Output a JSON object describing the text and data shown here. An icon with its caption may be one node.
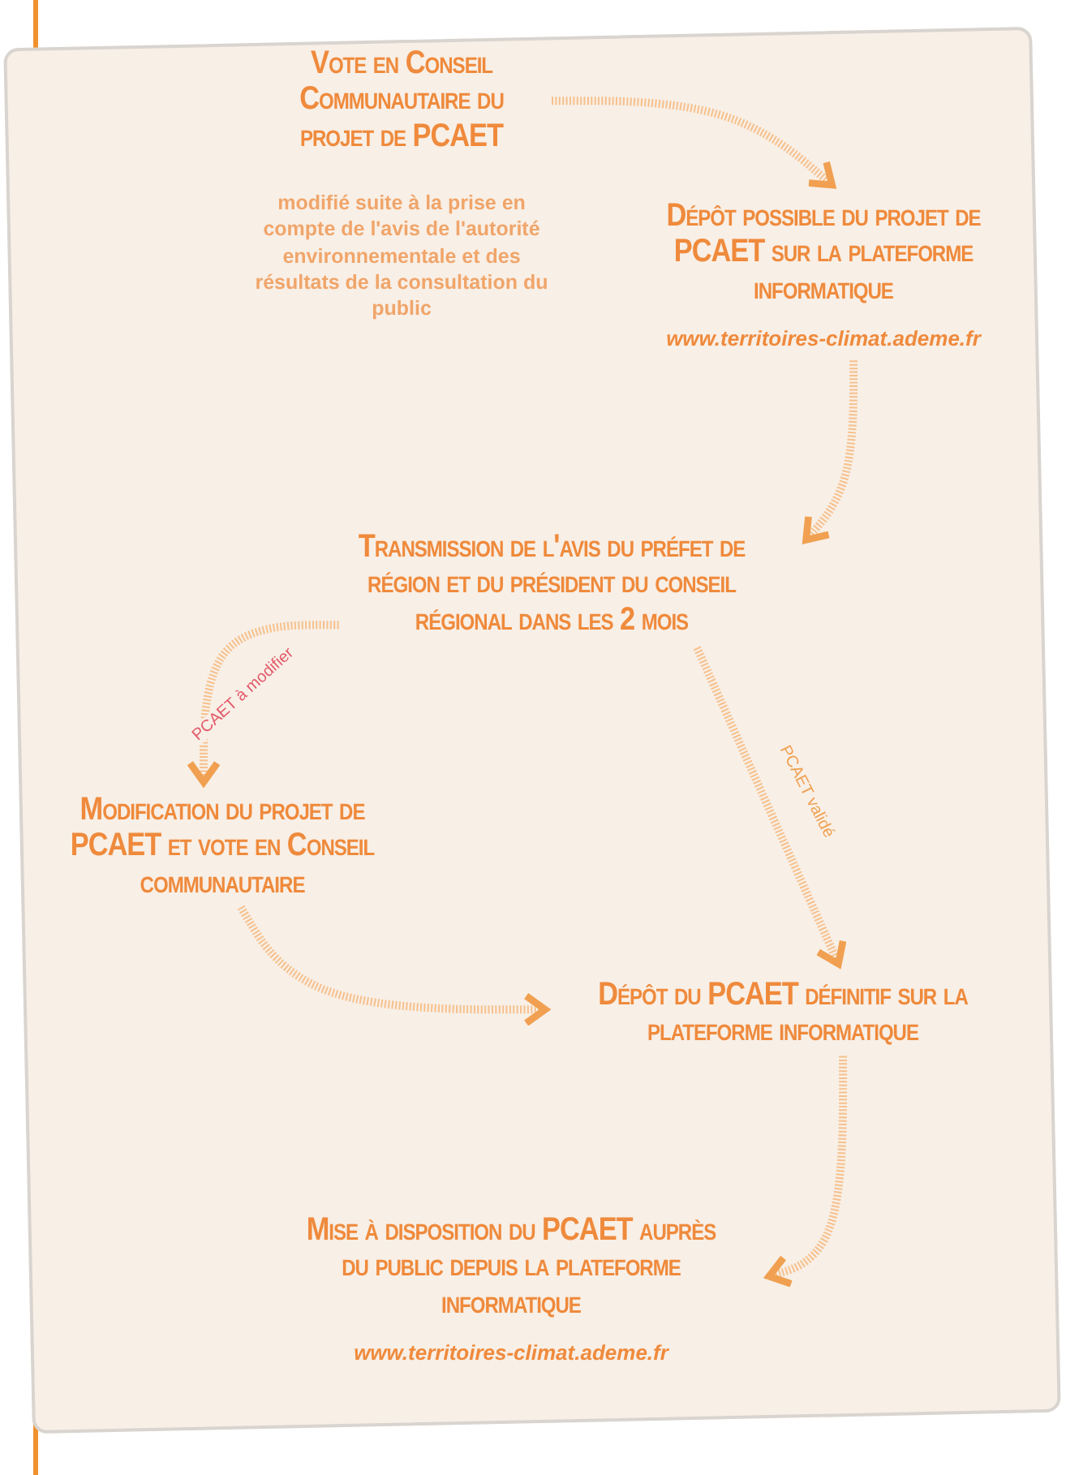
{
  "diagram": {
    "nodes": [
      {
        "text": [
          "Vote en Conseil Communautaire du projet de PCAET",
          "modifié suite à la prise en compte de l'avis de l'autorité environnementale et des résultats de la consultation du public"
        ]
      },
      {
        "text": [
          "Dépôt possible du projet de PCAET sur la plateforme informatique",
          "www.territoires-climat.ademe.fr"
        ]
      },
      {
        "text": [
          "Transmission de l'avis du préfet de région et du président du conseil régional dans les 2 mois"
        ]
      },
      {
        "text": [
          "Modification du projet de PCAET et vote en Conseil communautaire"
        ]
      },
      {
        "text": [
          "Dépôt du PCAET définitif sur la plateforme informatique"
        ]
      },
      {
        "text": [
          "Mise à disposition du PCAET auprès du public depuis la plateforme informatique",
          "www.territoires-climat.ademe.fr"
        ]
      }
    ],
    "edges": [
      {
        "from": 0,
        "to": 1,
        "arrow": "to"
      },
      {
        "from": 1,
        "to": 2,
        "arrow": "to"
      },
      {
        "from": 2,
        "to": 3,
        "arrow": "to",
        "label": "PCAET à modifier"
      },
      {
        "from": 2,
        "to": 4,
        "arrow": "to",
        "label": "PCAET validé"
      },
      {
        "from": 3,
        "to": 4,
        "arrow": "to"
      },
      {
        "from": 4,
        "to": 5,
        "arrow": "to"
      }
    ]
  }
}
